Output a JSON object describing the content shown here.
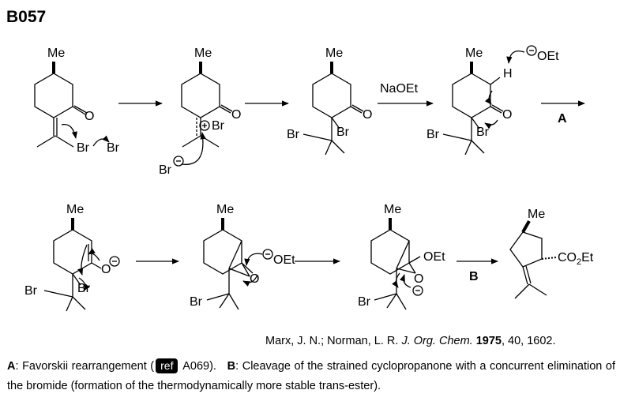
{
  "title": "B057",
  "labels": {
    "me": "Me",
    "o": "O",
    "br": "Br",
    "h": "H",
    "oet": "OEt",
    "co2et_a": "CO",
    "co2et_sub": "2",
    "co2et_b": "Et",
    "naoet": "NaOEt",
    "step_a": "A",
    "step_b": "B",
    "minus": "−",
    "plus": "+"
  },
  "reference": {
    "authors": "Marx, J. N.; Norman, L. R.",
    "journal": "J. Org. Chem.",
    "year": "1975",
    "rest": ", 40, 1602."
  },
  "caption": {
    "a_label": "A",
    "a_text_1": ": Favorskii rearrangement (",
    "ref_badge": "ref",
    "a_text_2": " A069).",
    "b_label": "B",
    "b_text": ": Cleavage of the strained cyclopropanone with a concurrent elimination of the bromide (formation of the thermodynamically more stable trans-ester)."
  }
}
